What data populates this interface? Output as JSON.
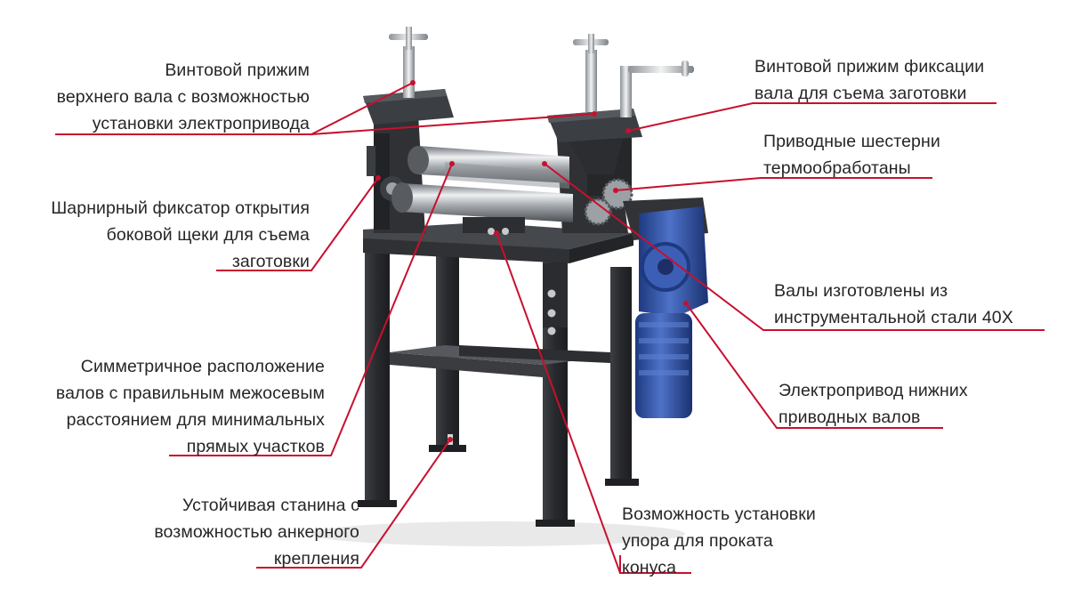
{
  "callouts": [
    {
      "id": "upper-roll-screw-clamp",
      "lines": [
        "Винтовой прижим",
        "верхнего вала с возможностью",
        "установки электропривода"
      ]
    },
    {
      "id": "hinged-side-cheek-lock",
      "lines": [
        "Шарнирный фиксатор открытия",
        "боковой щеки для съема",
        "заготовки"
      ]
    },
    {
      "id": "symmetric-roll-layout",
      "lines": [
        "Симметричное расположение",
        "валов с правильным межосевым",
        "расстоянием для минимальных",
        "прямых участков"
      ]
    },
    {
      "id": "stable-frame-anchoring",
      "lines": [
        "Устойчивая станина с",
        "возможностью анкерного",
        "крепления"
      ]
    },
    {
      "id": "cone-stop-option",
      "lines": [
        "Возможность установки",
        "упора для проката",
        "конуса"
      ]
    },
    {
      "id": "release-roll-screw-clamp",
      "lines": [
        "Винтовой прижим фиксации",
        "вала для съема заготовки"
      ]
    },
    {
      "id": "heat-treated-gears",
      "lines": [
        "Приводные шестерни",
        "термообработаны"
      ]
    },
    {
      "id": "tool-steel-rolls",
      "lines": [
        "Валы изготовлены из",
        "инструментальной стали 40Х"
      ]
    },
    {
      "id": "bottom-roll-motor",
      "lines": [
        "Электропривод нижних",
        "приводных валов"
      ]
    }
  ],
  "colors": {
    "leader": "#c8102e",
    "text": "#262626",
    "frame": "#2f3134",
    "motor": "#2d4fa3",
    "steel": "#b8bcc0"
  }
}
